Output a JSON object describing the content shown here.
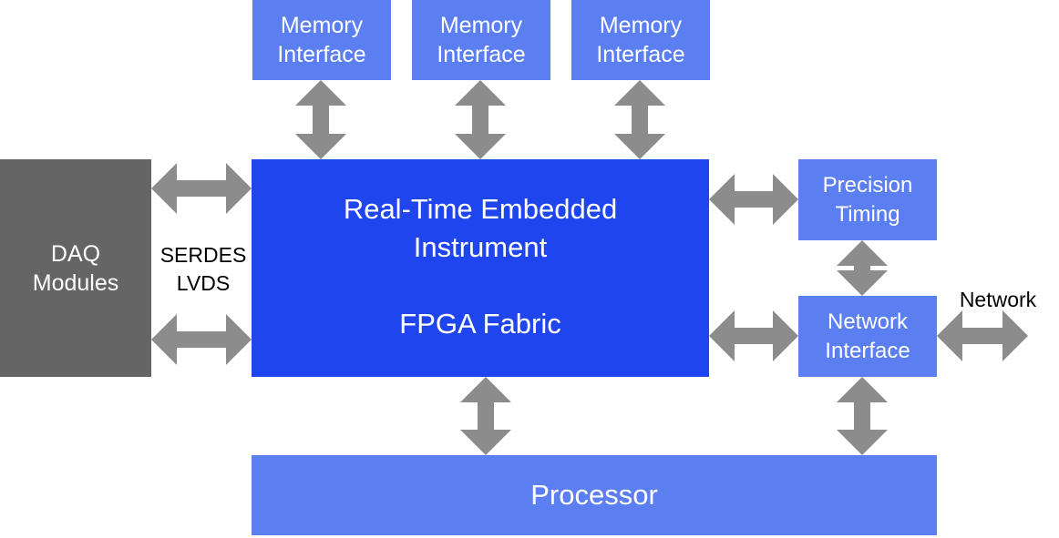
{
  "memory_interfaces": [
    {
      "line1": "Memory",
      "line2": "Interface"
    },
    {
      "line1": "Memory",
      "line2": "Interface"
    },
    {
      "line1": "Memory",
      "line2": "Interface"
    }
  ],
  "daq": {
    "line1": "DAQ",
    "line2": "Modules"
  },
  "serdes_label": {
    "line1": "SERDES",
    "line2": "LVDS"
  },
  "fpga": {
    "line1": "Real-Time Embedded",
    "line2": "Instrument",
    "line3": "FPGA Fabric"
  },
  "precision_timing": {
    "line1": "Precision",
    "line2": "Timing"
  },
  "network_interface": {
    "line1": "Network",
    "line2": "Interface"
  },
  "network_label": "Network",
  "processor": "Processor",
  "colors": {
    "light_block": "#5b7ff0",
    "fpga_block": "#1f45ee",
    "daq_block": "#656565",
    "arrow": "#8c8c8c"
  },
  "arrow_icon": "double-headed-arrow-icon"
}
